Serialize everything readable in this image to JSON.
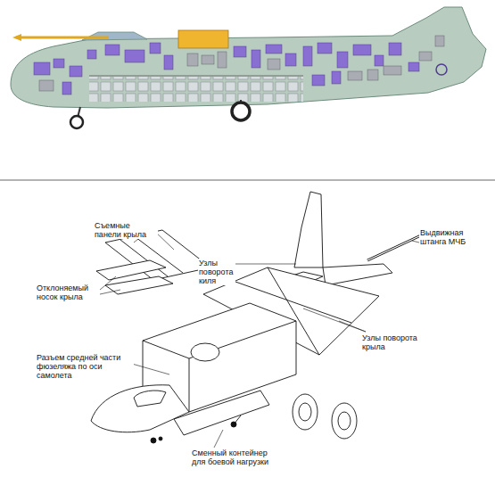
{
  "diagram": {
    "labels": [
      "Съемные панели крыла",
      "Отклоняемый носок крыла",
      "Разъем средней части фюзеляжа по оси самолета",
      "Сменный контейнер для боевой нагрузки",
      "Узлы поворота киля",
      "Выдвижная штанга МЧБ",
      "Узлы поворота крыла"
    ]
  }
}
